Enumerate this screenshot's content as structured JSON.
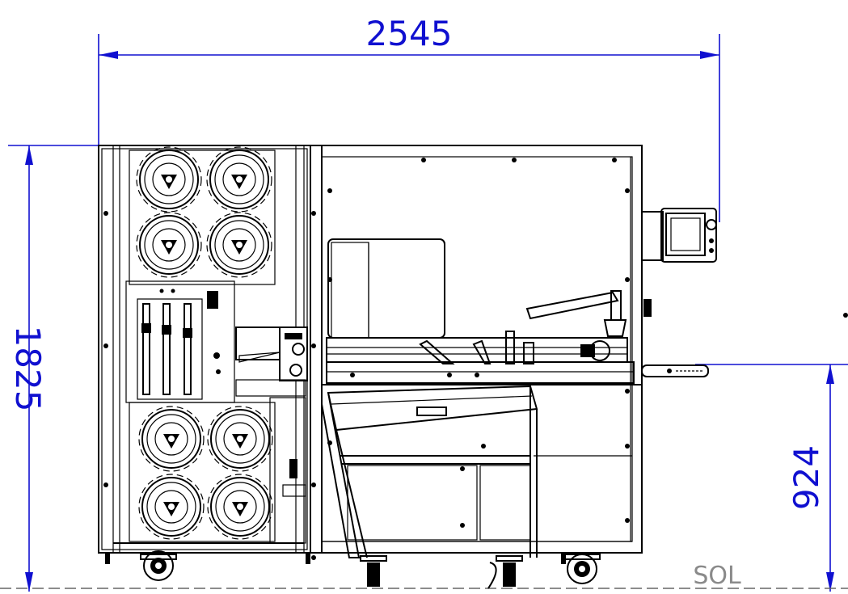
{
  "dimensions": {
    "overall_width": "2545",
    "overall_height": "1825",
    "table_height": "924"
  },
  "floor_label": "SOL",
  "colors": {
    "dimension": "#1010d0",
    "floor_label": "#8a8a8a",
    "linework": "#000000",
    "background": "#ffffff"
  }
}
